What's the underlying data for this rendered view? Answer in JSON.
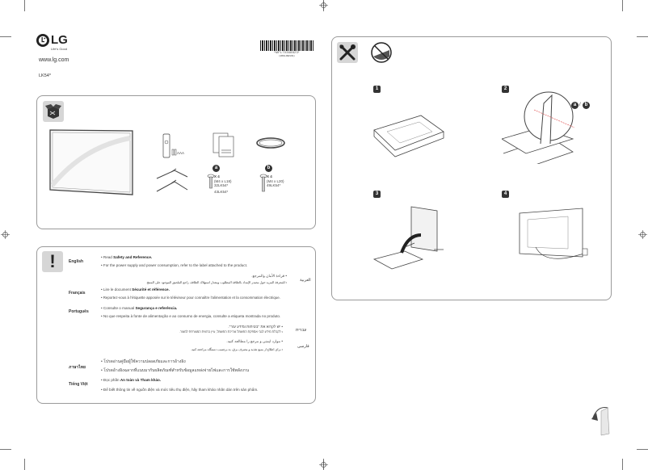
{
  "header": {
    "brand": "LG",
    "tagline": "Life's Good",
    "website": "www.lg.com",
    "model": "LK54*",
    "barcode_number": "*MFL70368823*",
    "barcode_rev": "(1801-REV01)"
  },
  "accessories": {
    "icon": "box-icon",
    "battery_label": "AAA",
    "screw_a": {
      "badge": "a",
      "qty": "X 4",
      "spec": "(M4 x L18)",
      "models": [
        "32LK54*",
        "43LK54*"
      ]
    },
    "screw_b": {
      "badge": "b",
      "qty": "X 4",
      "spec": "(M4 x L20)",
      "models": [
        "49LK54*"
      ]
    }
  },
  "notice": {
    "icon": "exclamation-icon",
    "english": {
      "label": "English",
      "line1_pre": "• Read ",
      "line1_bold": "Safety and Reference.",
      "line2": "• For the power supply and power consumption, refer to the label attached to the product."
    },
    "arabic": {
      "label": "العربية",
      "line1": "• قراءة الأمان والمرجع.",
      "line2": "• للمعرفة المزيد حول مصدر الإمداد بالطاقة المطلوب ومعدل استهلاك الطاقة، راجع الملصق الموجود على المنتج."
    },
    "french": {
      "label": "Français",
      "line1_pre": "• Lire le document ",
      "line1_bold": "Sécurité et référence.",
      "line2": "• Reportez-vous à l'étiquette apposée sur le téléviseur pour connaître l'alimentation et la consommation électrique."
    },
    "portuguese": {
      "label": "Português",
      "line1_pre": "• Consulte o manual ",
      "line1_bold": "Segurança e referência.",
      "line2": "• No que respeita à fonte de alimentação e ao consumo de energia, consulte a etiqueta mostrada no produto."
    },
    "hebrew": {
      "label": "עברית",
      "line1": "• יש לקרוא את \"בטיחות ומידע עזר\".",
      "line2": "• לקבלת מידע לגבי אספקת החשמל וצריכת החשמל, עיין בתווית המצורפת למוצר."
    },
    "persian": {
      "label": "فارسی",
      "line1": "• موارد ایمنی و مرجع را مطالعه کنید.",
      "line2": "• برای اطلاع از منبع تغذیه و مصرف برق، به برچسب دستگاه مراجعه کنید."
    },
    "thai": {
      "label": "ภาษาไทย",
      "line1": "• โปรดอ่านคู่มือผู้ใช้ความปลอดภัยและการอ้างอิง",
      "line2": "• โปรดอ้างอิงฉลากที่แนบมากับผลิตภัณฑ์สำหรับข้อมูลแหล่งจ่ายไฟและการใช้พลังงาน"
    },
    "vietnamese": {
      "label": "Tiếng Việt",
      "line1_pre": "• Đọc phần ",
      "line1_bold": "An toàn và Tham khảo.",
      "line2": "• Để biết thông tin về nguồn điện và mức tiêu thụ điện, hãy tham khảo nhãn dán trên sản phẩm."
    }
  },
  "assembly": {
    "icons": [
      "tools-icon",
      "no-cushion-icon"
    ],
    "steps": [
      "1",
      "2",
      "3",
      "4"
    ],
    "screw_options": [
      "a",
      "b"
    ]
  },
  "colors": {
    "panel_border": "#9a9a9a",
    "icon_bg": "#d6d6d6",
    "text": "#333333"
  }
}
